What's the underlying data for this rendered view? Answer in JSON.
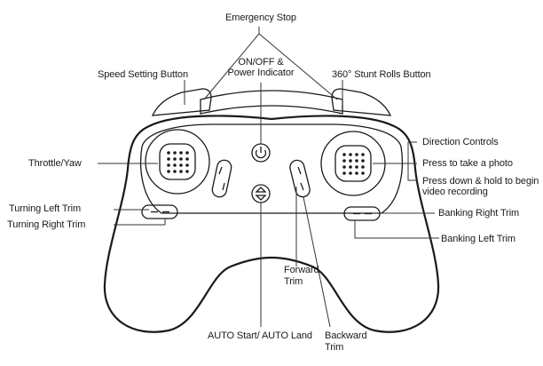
{
  "labels": {
    "emergency_stop": "Emergency Stop",
    "on_off": "ON/OFF &",
    "power_indicator": "Power Indicator",
    "speed_setting": "Speed Setting Button",
    "stunt_rolls": "360° Stunt Rolls Button",
    "throttle_yaw": "Throttle/Yaw",
    "direction_controls": "Direction Controls",
    "press_photo": "Press to take a photo",
    "press_hold_1": "Press down & hold to begin",
    "press_hold_2": "video recording",
    "turning_left_trim": "Turning Left Trim",
    "turning_right_trim": "Turning Right Trim",
    "banking_right_trim": "Banking Right Trim",
    "banking_left_trim": "Banking Left Trim",
    "forward_1": "Forward",
    "forward_2": "Trim",
    "auto_start_land": "AUTO Start/ AUTO Land",
    "backward_1": "Backward",
    "backward_2": "Trim"
  },
  "colors": {
    "line": "#333333",
    "ink": "#1a1a1a",
    "background": "#ffffff"
  },
  "icons": {
    "power": "power-icon",
    "auto": "up-down-arrows-icon"
  }
}
